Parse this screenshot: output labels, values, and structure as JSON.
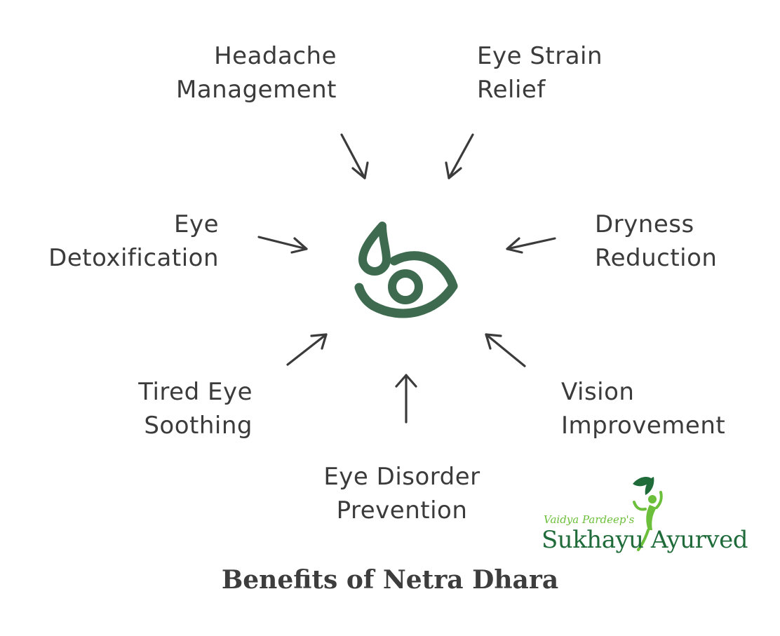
{
  "diagram": {
    "center_icon": "eye-drop-icon",
    "accent_color": "#3e6b4f",
    "benefits": {
      "headache": {
        "line1": "Headache",
        "line2": "Management"
      },
      "eye_strain": {
        "line1": "Eye Strain",
        "line2": "Relief"
      },
      "detox": {
        "line1": "Eye",
        "line2": "Detoxification"
      },
      "dryness": {
        "line1": "Dryness",
        "line2": "Reduction"
      },
      "tired_eye": {
        "line1": "Tired Eye",
        "line2": "Soothing"
      },
      "vision": {
        "line1": "Vision",
        "line2": "Improvement"
      },
      "disorder": {
        "line1": "Eye Disorder",
        "line2": "Prevention"
      }
    },
    "title": "Benefits of Netra Dhara"
  },
  "logo": {
    "subtitle": "Vaidya Pardeep's",
    "name": "Sukhayu Ayurved",
    "brand_color": "#1f6b3a",
    "leaf_color": "#6cbf3a"
  }
}
